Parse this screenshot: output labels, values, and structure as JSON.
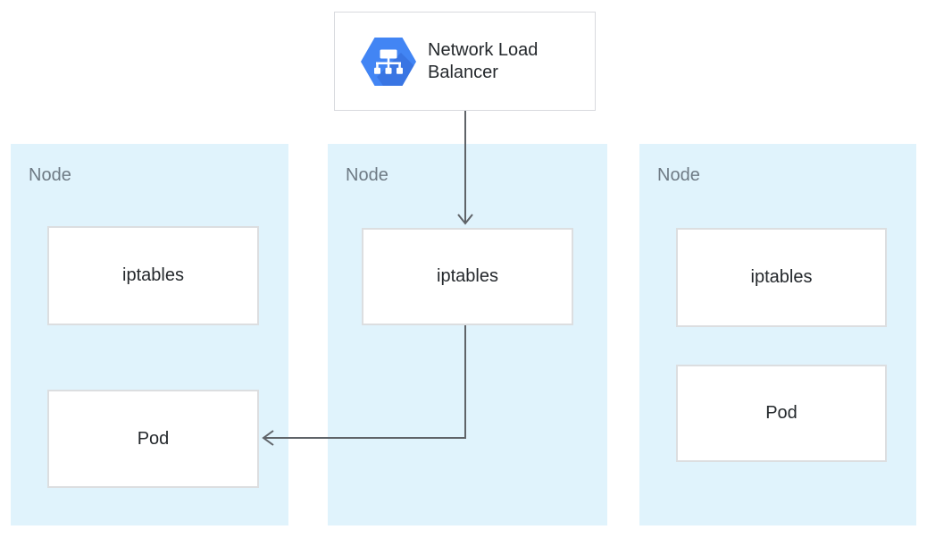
{
  "load_balancer": {
    "label": "Network Load Balancer",
    "icon": "network-load-balancer-hexagon-icon"
  },
  "nodes": [
    {
      "label": "Node",
      "components": [
        {
          "label": "iptables"
        },
        {
          "label": "Pod"
        }
      ]
    },
    {
      "label": "Node",
      "components": [
        {
          "label": "iptables"
        }
      ]
    },
    {
      "label": "Node",
      "components": [
        {
          "label": "iptables"
        },
        {
          "label": "Pod"
        }
      ]
    }
  ],
  "edges": [
    {
      "from": "network-load-balancer",
      "to": "node-2-iptables"
    },
    {
      "from": "node-2-iptables",
      "to": "node-1-pod"
    }
  ],
  "colors": {
    "node_background": "#e0f3fc",
    "box_background": "#ffffff",
    "box_border": "#dcdee0",
    "arrow": "#5f6368",
    "hexagon_blue": "#4285f4",
    "hexagon_shadow": "#3367d6",
    "label_text": "#24282c",
    "node_label_text": "#6e7a84"
  }
}
